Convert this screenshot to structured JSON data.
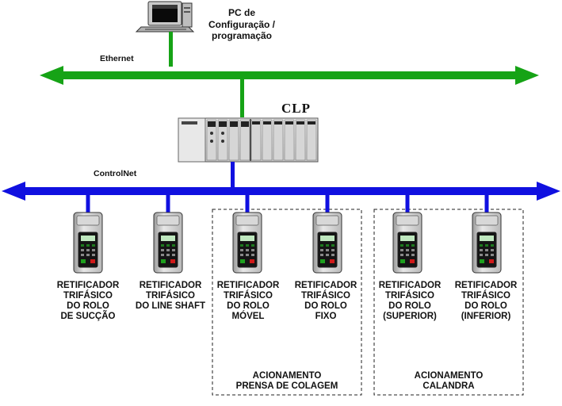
{
  "pc": {
    "lines": [
      "PC de",
      "Configuração /",
      "programação"
    ]
  },
  "networks": {
    "ethernet": {
      "label": "Ethernet",
      "color": "#16a316"
    },
    "controlnet": {
      "label": "ControlNet",
      "color": "#1010e0"
    }
  },
  "clp": {
    "label": "CLP"
  },
  "drives": [
    {
      "lines": [
        "RETIFICADOR",
        "TRIFÁSICO",
        "DO ROLO",
        "DE SUCÇÃO"
      ]
    },
    {
      "lines": [
        "RETIFICADOR",
        "TRIFÁSICO",
        "DO LINE SHAFT"
      ]
    },
    {
      "lines": [
        "RETIFICADOR",
        "TRIFÁSICO",
        "DO ROLO",
        "MÓVEL"
      ]
    },
    {
      "lines": [
        "RETIFICADOR",
        "TRIFÁSICO",
        "DO ROLO",
        "FIXO"
      ]
    },
    {
      "lines": [
        "RETIFICADOR",
        "TRIFÁSICO",
        "DO ROLO",
        "(SUPERIOR)"
      ]
    },
    {
      "lines": [
        "RETIFICADOR",
        "TRIFÁSICO",
        "DO ROLO",
        "(INFERIOR)"
      ]
    }
  ],
  "groups": [
    {
      "lines": [
        "ACIONAMENTO",
        "PRENSA DE COLAGEM"
      ]
    },
    {
      "lines": [
        "ACIONAMENTO",
        "CALANDRA"
      ]
    }
  ]
}
